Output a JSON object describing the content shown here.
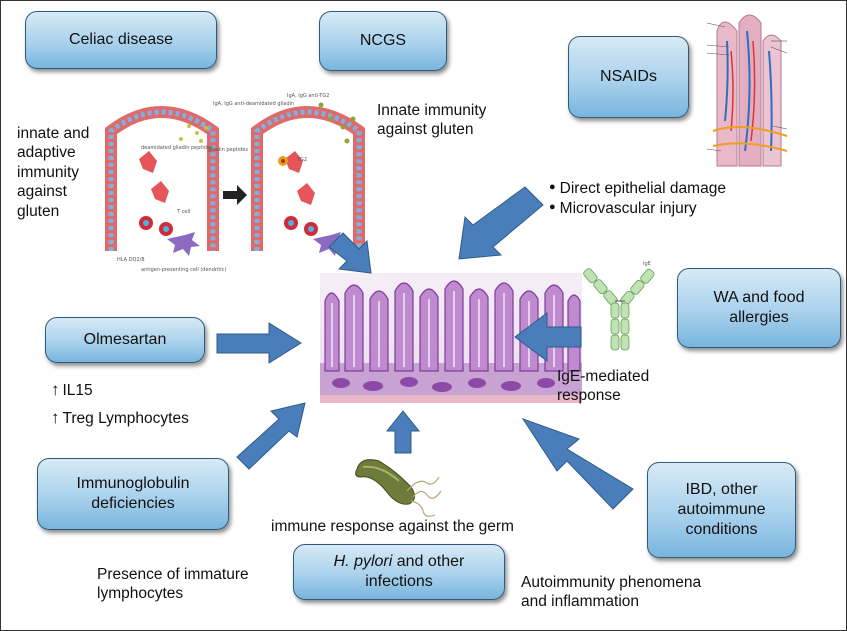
{
  "boxes": {
    "celiac": "Celiac disease",
    "ncgs": "NCGS",
    "nsaids": "NSAIDs",
    "wa": "WA and food allergies",
    "olmesartan": "Olmesartan",
    "immunoglobulin": "Immunoglobulin deficiencies",
    "ibd": "IBD, other autoimmune conditions",
    "hpylori_italic": "H. pylori",
    "hpylori_rest": " and other infections"
  },
  "notes": {
    "celiac_mechanism": "innate and adaptive immunity against gluten",
    "ncgs_mechanism": "Innate immunity against gluten",
    "nsaids_1": "Direct epithelial damage",
    "nsaids_2": "Microvascular injury",
    "olmesartan_1": "IL15",
    "olmesartan_2": "Treg Lymphocytes",
    "ige": "IgE-mediated response",
    "germ": "immune response against the germ",
    "immature": "Presence of immature lymphocytes",
    "autoimmunity": "Autoimmunity phenomena and inflammation"
  },
  "figure_labels": {
    "igg_label": "IgE",
    "celiac_fig_top1": "IgA, IgG anti-deamidated gliadin",
    "celiac_fig_top2": "IgA, IgG anti-TG2",
    "celiac_fig_deam": "deamidated gliadin peptides",
    "celiac_fig_gliadin": "gliadin peptides",
    "celiac_fig_tcell": "T cell",
    "celiac_fig_hla": "HLA DQ2/8",
    "celiac_fig_apc": "antigen-presenting cell (dendritic)",
    "celiac_fig_tg2": "TG2"
  },
  "colors": {
    "arrow_fill": "#4a7ebb",
    "arrow_stroke": "#2f5b8a",
    "box_top": "#d7eaf6",
    "box_bottom": "#78b5de",
    "tissue_purple": "#b07cc0"
  }
}
